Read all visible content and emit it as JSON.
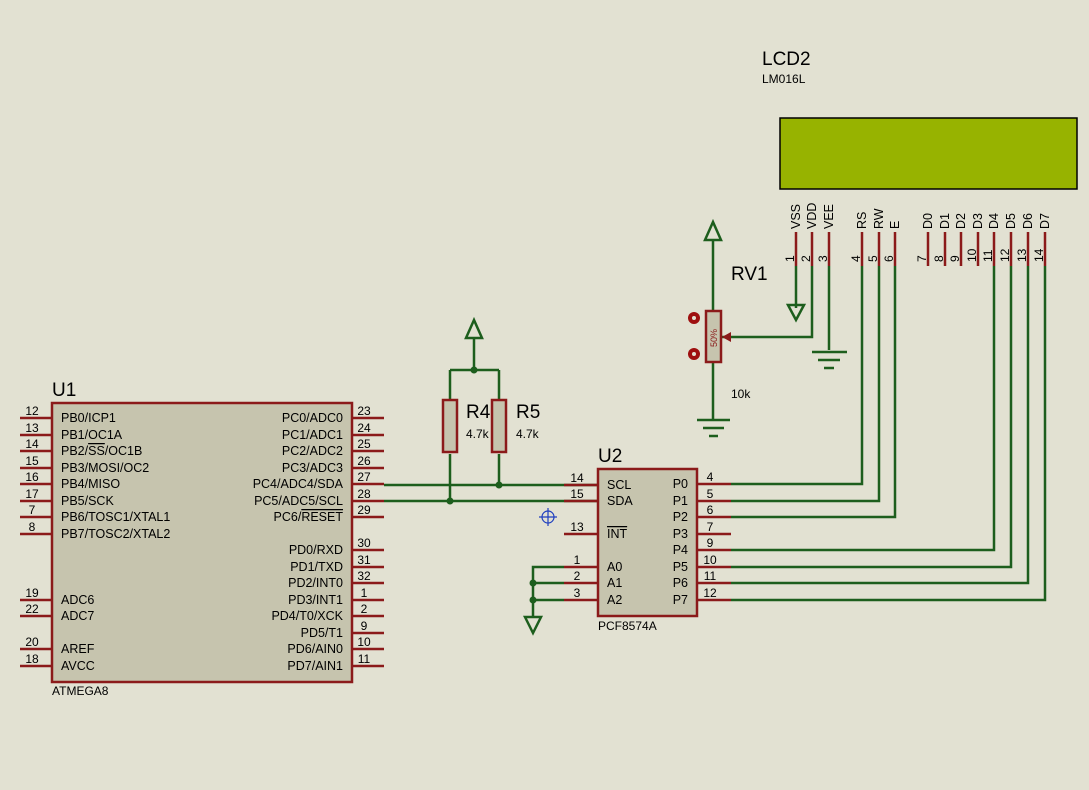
{
  "u1": {
    "ref": "U1",
    "part": "ATMEGA8",
    "left_pins": [
      {
        "num": "12",
        "label": "PB0/ICP1"
      },
      {
        "num": "13",
        "label": "PB1/OC1A"
      },
      {
        "num": "14",
        "label": "PB2/SS/OC1B"
      },
      {
        "num": "15",
        "label": "PB3/MOSI/OC2"
      },
      {
        "num": "16",
        "label": "PB4/MISO"
      },
      {
        "num": "17",
        "label": "PB5/SCK"
      },
      {
        "num": "7",
        "label": "PB6/TOSC1/XTAL1"
      },
      {
        "num": "8",
        "label": "PB7/TOSC2/XTAL2"
      },
      {
        "num": "19",
        "label": "ADC6"
      },
      {
        "num": "22",
        "label": "ADC7"
      },
      {
        "num": "20",
        "label": "AREF"
      },
      {
        "num": "18",
        "label": "AVCC"
      }
    ],
    "right_pins": [
      {
        "num": "23",
        "label": "PC0/ADC0"
      },
      {
        "num": "24",
        "label": "PC1/ADC1"
      },
      {
        "num": "25",
        "label": "PC2/ADC2"
      },
      {
        "num": "26",
        "label": "PC3/ADC3"
      },
      {
        "num": "27",
        "label": "PC4/ADC4/SDA"
      },
      {
        "num": "28",
        "label": "PC5/ADC5/SCL"
      },
      {
        "num": "29",
        "label": "PC6/RESET"
      },
      {
        "num": "30",
        "label": "PD0/RXD"
      },
      {
        "num": "31",
        "label": "PD1/TXD"
      },
      {
        "num": "32",
        "label": "PD2/INT0"
      },
      {
        "num": "1",
        "label": "PD3/INT1"
      },
      {
        "num": "2",
        "label": "PD4/T0/XCK"
      },
      {
        "num": "9",
        "label": "PD5/T1"
      },
      {
        "num": "10",
        "label": "PD6/AIN0"
      },
      {
        "num": "11",
        "label": "PD7/AIN1"
      }
    ]
  },
  "u2": {
    "ref": "U2",
    "part": "PCF8574A",
    "left_pins": [
      {
        "num": "14",
        "label": "SCL"
      },
      {
        "num": "15",
        "label": "SDA"
      },
      {
        "num": "13",
        "label": "INT"
      },
      {
        "num": "1",
        "label": "A0"
      },
      {
        "num": "2",
        "label": "A1"
      },
      {
        "num": "3",
        "label": "A2"
      }
    ],
    "right_pins": [
      {
        "num": "4",
        "label": "P0"
      },
      {
        "num": "5",
        "label": "P1"
      },
      {
        "num": "6",
        "label": "P2"
      },
      {
        "num": "7",
        "label": "P3"
      },
      {
        "num": "9",
        "label": "P4"
      },
      {
        "num": "10",
        "label": "P5"
      },
      {
        "num": "11",
        "label": "P6"
      },
      {
        "num": "12",
        "label": "P7"
      }
    ]
  },
  "r4": {
    "ref": "R4",
    "value": "4.7k"
  },
  "r5": {
    "ref": "R5",
    "value": "4.7k"
  },
  "rv1": {
    "ref": "RV1",
    "value": "10k",
    "wiper": "50%"
  },
  "lcd": {
    "ref": "LCD2",
    "part": "LM016L",
    "screen_color": "#97b300",
    "pins": [
      {
        "num": "1",
        "label": "VSS"
      },
      {
        "num": "2",
        "label": "VDD"
      },
      {
        "num": "3",
        "label": "VEE"
      },
      {
        "num": "4",
        "label": "RS"
      },
      {
        "num": "5",
        "label": "RW"
      },
      {
        "num": "6",
        "label": "E"
      },
      {
        "num": "7",
        "label": "D0"
      },
      {
        "num": "8",
        "label": "D1"
      },
      {
        "num": "9",
        "label": "D2"
      },
      {
        "num": "10",
        "label": "D3"
      },
      {
        "num": "11",
        "label": "D4"
      },
      {
        "num": "12",
        "label": "D5"
      },
      {
        "num": "13",
        "label": "D6"
      },
      {
        "num": "14",
        "label": "D7"
      }
    ]
  },
  "colors": {
    "background": "#e2e1d2",
    "wire": "#1d5e1d",
    "component_outline": "#8b1a1a",
    "component_fill": "#c6c4ae"
  },
  "icons": [
    "power-terminal-icon",
    "ground-icon",
    "crosshair-cursor-icon",
    "probe-marker-icon"
  ]
}
